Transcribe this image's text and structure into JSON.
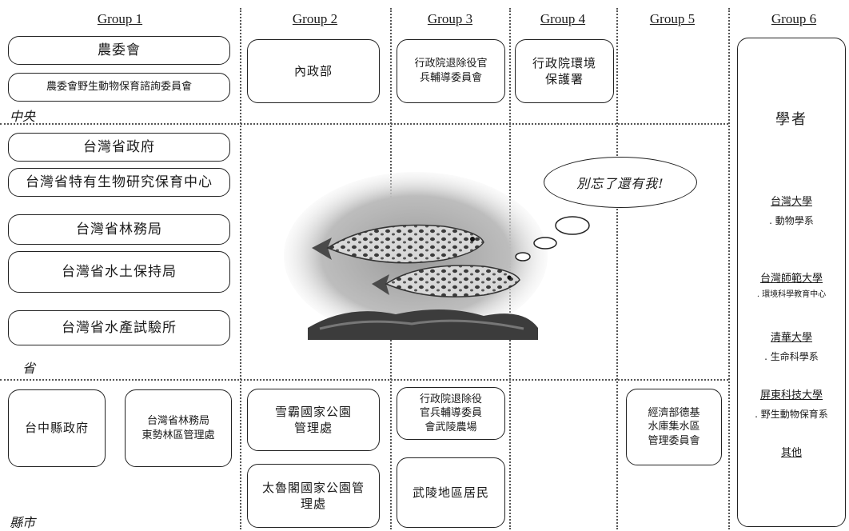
{
  "groups": [
    {
      "label": "Group 1"
    },
    {
      "label": "Group 2"
    },
    {
      "label": "Group 3"
    },
    {
      "label": "Group 4"
    },
    {
      "label": "Group 5"
    },
    {
      "label": "Group 6"
    }
  ],
  "tiers": {
    "central": "中央",
    "provincial": "省",
    "county": "縣市"
  },
  "group1": {
    "central": [
      "農委會",
      "農委會野生動物保育諮詢委員會"
    ],
    "provincial": [
      "台灣省政府",
      "台灣省特有生物研究保育中心",
      "台灣省林務局",
      "台灣省水土保持局",
      "台灣省水產試驗所"
    ],
    "county": [
      "台中縣政府",
      "台灣省林務局\n東勢林區管理處"
    ]
  },
  "group2": {
    "central": "內政部",
    "county": [
      "雪霸國家公園\n管理處",
      "太魯閣國家公園管\n理處"
    ]
  },
  "group3": {
    "central": "行政院退除役官\n兵輔導委員會",
    "county": [
      "行政院退除役\n官兵輔導委員\n會武陵農場",
      "武陵地區居民"
    ]
  },
  "group4": {
    "central": "行政院環境\n保護署"
  },
  "group5": {
    "county": "經濟部德基\n水庫集水區\n管理委員會"
  },
  "group6": {
    "title": "學者",
    "entries": [
      {
        "university": "台灣大學",
        "department": ". 動物學系"
      },
      {
        "university": "台灣師範大學",
        "department": ". 環境科學教育中心"
      },
      {
        "university": "清華大學",
        "department": ". 生命科學系"
      },
      {
        "university": "屏東科技大學",
        "department": ". 野生動物保育系"
      }
    ],
    "other": "其他"
  },
  "speech_bubble": "別忘了還有我!",
  "illustration": {
    "subject": "trout-fish-illustration"
  }
}
